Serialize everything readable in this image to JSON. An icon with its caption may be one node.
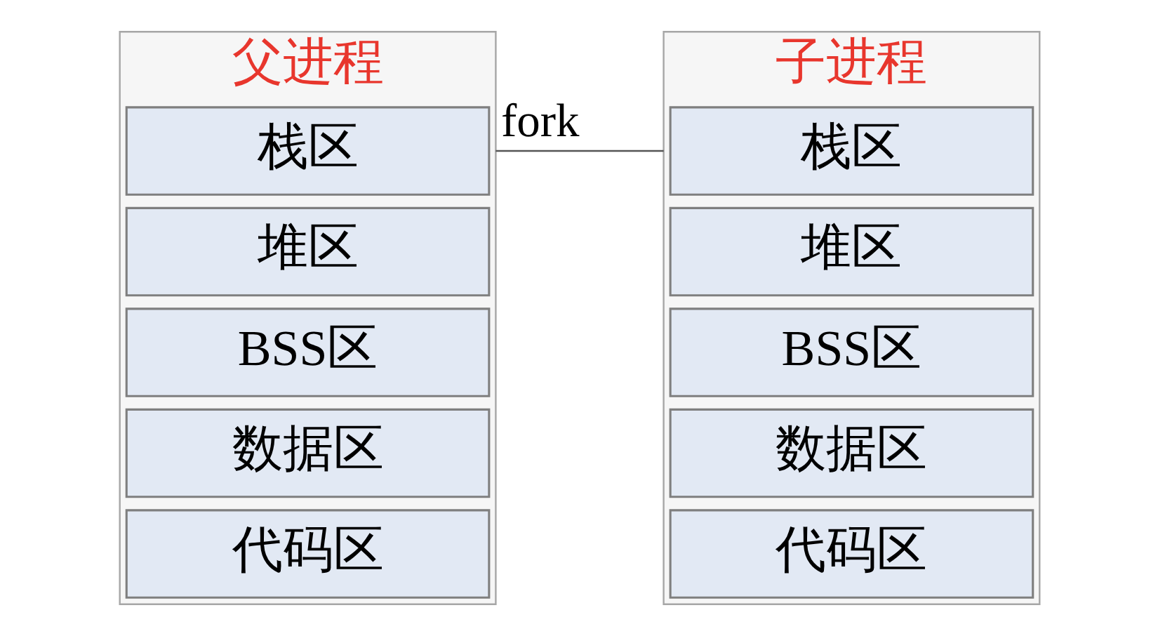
{
  "diagram": {
    "nodes": [
      {
        "text": [
          "父进程"
        ]
      },
      {
        "text": [
          "栈区"
        ],
        "in": 0
      },
      {
        "text": [
          "堆区"
        ],
        "in": 0
      },
      {
        "text": [
          "BSS区"
        ],
        "in": 0
      },
      {
        "text": [
          "数据区"
        ],
        "in": 0
      },
      {
        "text": [
          "代码区"
        ],
        "in": 0
      },
      {
        "text": [
          "子进程"
        ]
      },
      {
        "text": [
          "栈区"
        ],
        "in": 6
      },
      {
        "text": [
          "堆区"
        ],
        "in": 6
      },
      {
        "text": [
          "BSS区"
        ],
        "in": 6
      },
      {
        "text": [
          "数据区"
        ],
        "in": 6
      },
      {
        "text": [
          "代码区"
        ],
        "in": 6
      }
    ],
    "edges": [
      {
        "from": 0,
        "to": 6,
        "label": "fork",
        "arrow": "none"
      }
    ]
  }
}
